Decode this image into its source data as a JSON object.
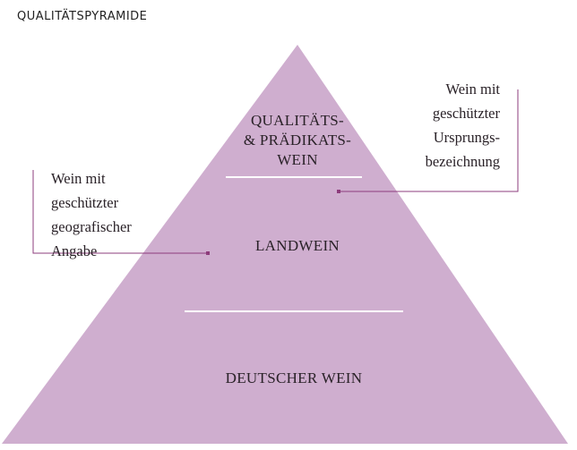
{
  "title": "QUALITÄTSPYRAMIDE",
  "levels": {
    "top": [
      "QUALITÄTS-",
      "& PRÄDIKATS-",
      "WEIN"
    ],
    "middle": "LANDWEIN",
    "bottom": "DEUTSCHER WEIN"
  },
  "notes": {
    "right": [
      "Wein mit",
      "geschützter",
      "Ursprungs-",
      "bezeichnung"
    ],
    "left": [
      "Wein mit",
      "geschützter",
      "geografischer",
      "Angabe"
    ]
  },
  "colors": {
    "pyramid": "#cfaecf",
    "accent": "#8e3c7c",
    "divider": "#ffffff"
  }
}
